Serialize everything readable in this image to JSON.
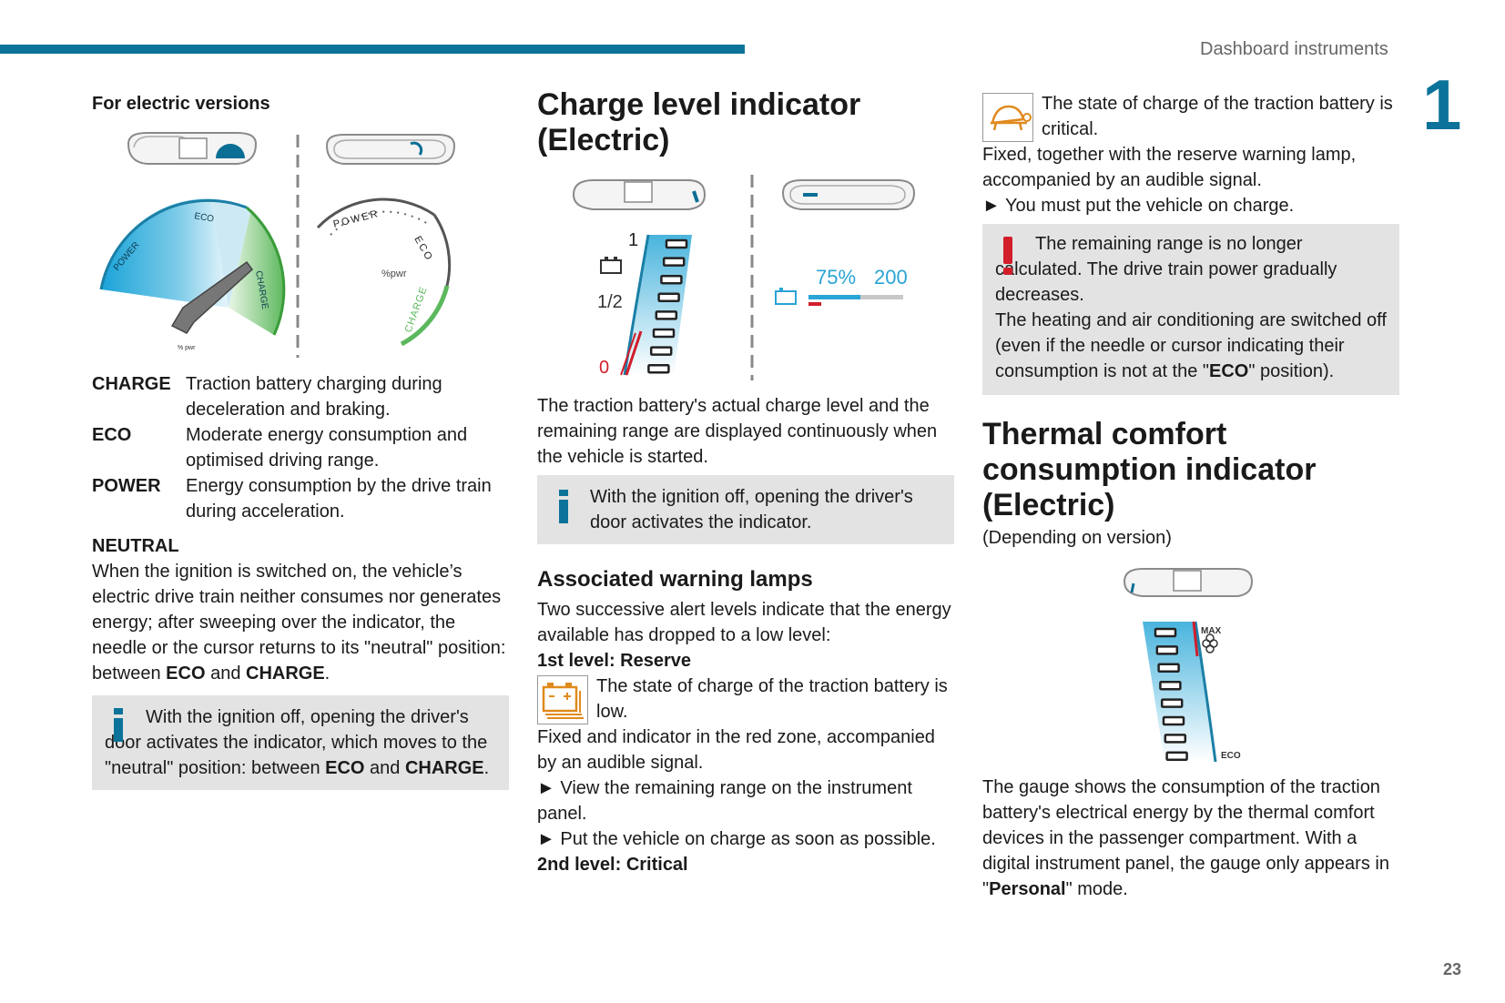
{
  "header": {
    "section_title": "Dashboard instruments",
    "chapter_number": "1",
    "page_number": "23"
  },
  "col1": {
    "heading": "For electric versions",
    "figure": {
      "eco": "ECO",
      "power_analog": "POWER",
      "charge_analog": "CHARGE",
      "pwr_small": "% pwr",
      "power_digital": "POWER",
      "eco_digital": "ECO",
      "charge_digital": "CHARGE",
      "pwr_digital": "%pwr"
    },
    "defs": [
      {
        "term": "CHARGE",
        "desc": "Traction battery charging during deceleration and braking."
      },
      {
        "term": "ECO",
        "desc": "Moderate energy consumption and optimised driving range."
      },
      {
        "term": "POWER",
        "desc": "Energy consumption by the drive train during acceleration."
      }
    ],
    "neutral_heading": "NEUTRAL",
    "neutral_text_1": "When the ignition is switched on, the vehicle’s electric drive train neither consumes nor generates energy; after sweeping over the indicator, the needle or the cursor returns to its \"neutral\" position: between ",
    "neutral_b1": "ECO",
    "neutral_and": " and ",
    "neutral_b2": "CHARGE",
    "neutral_end": ".",
    "info_text_1": "With the ignition off, opening the driver's door activates the indicator, which moves to the \"neutral\" position: between ",
    "info_b1": "ECO",
    "info_and": " and ",
    "info_b2": "CHARGE",
    "info_end": "."
  },
  "col2": {
    "title": "Charge level indicator (Electric)",
    "figure": {
      "label_full": "1",
      "label_half": "1/2",
      "label_empty": "0",
      "percent": "75%",
      "range": "200",
      "charge_level_fraction": 0.75
    },
    "para": "The traction battery's actual charge level and the remaining range are displayed continuously when the vehicle is started.",
    "info": "With the ignition off, opening the driver's door activates the indicator.",
    "warn_heading": "Associated warning lamps",
    "warn_intro": "Two successive alert levels indicate that the energy available has dropped to a low level:",
    "level1_heading": "1st level: Reserve",
    "level1_lamp_text": "The state of charge of the traction battery is low.",
    "level1_desc": "Fixed and indicator in the red zone, accompanied by an audible signal.",
    "level1_action1": "► View the remaining range on the instrument panel.",
    "level1_action2": "► Put the vehicle on charge as soon as possible.",
    "level2_heading": "2nd level: Critical"
  },
  "col3": {
    "lamp_text": "The state of charge of the traction battery is critical.",
    "desc": "Fixed, together with the reserve warning lamp, accompanied by an audible signal.",
    "action": "► You must put the vehicle on charge.",
    "warn_text_1": "The remaining range is no longer calculated. The drive train power gradually decreases.",
    "warn_text_2": "The heating and air conditioning are switched off (even if the needle or cursor indicating their consumption is not at the \"",
    "warn_b": "ECO",
    "warn_text_3": "\" position).",
    "title": "Thermal comfort consumption indicator (Electric)",
    "subtitle": "(Depending on version)",
    "figure": {
      "max": "MAX",
      "eco": "ECO"
    },
    "para_1": "The gauge shows the consumption of the traction battery's electrical energy by the thermal comfort devices in the passenger compartment. With a digital instrument panel, the gauge only appears in \"",
    "para_b": "Personal",
    "para_2": "\" mode."
  },
  "colors": {
    "accent": "#0b7399",
    "alert": "#d21d2b",
    "box": "#e3e3e3",
    "eco_green": "#5cb85c",
    "cyan": "#2aa4d5",
    "orange": "#e08a1e"
  }
}
